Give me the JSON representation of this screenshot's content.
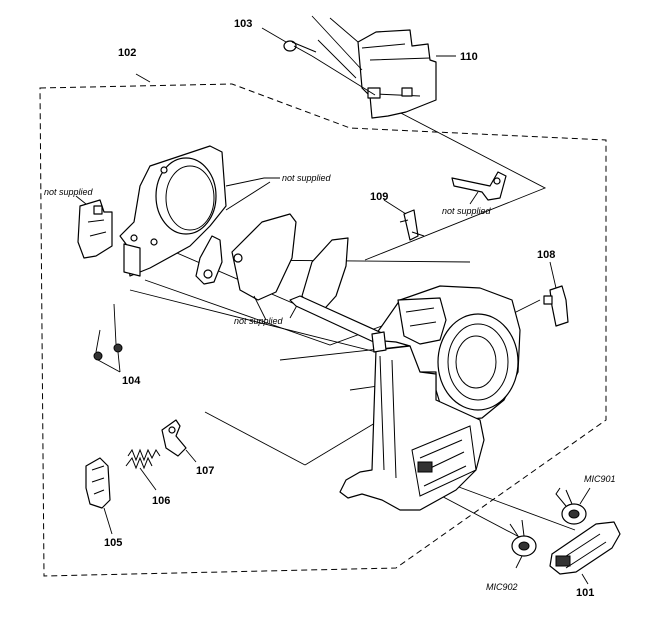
{
  "callouts": {
    "p101": "101",
    "p102": "102",
    "p103": "103",
    "p104": "104",
    "p105": "105",
    "p106": "106",
    "p107": "107",
    "p108": "108",
    "p109": "109",
    "p110": "110",
    "mic901": "MIC901",
    "mic902": "MIC902"
  },
  "notes": {
    "not_supplied_left": "not supplied",
    "not_supplied_top": "not supplied",
    "not_supplied_mid": "not supplied",
    "not_supplied_right": "not supplied"
  }
}
